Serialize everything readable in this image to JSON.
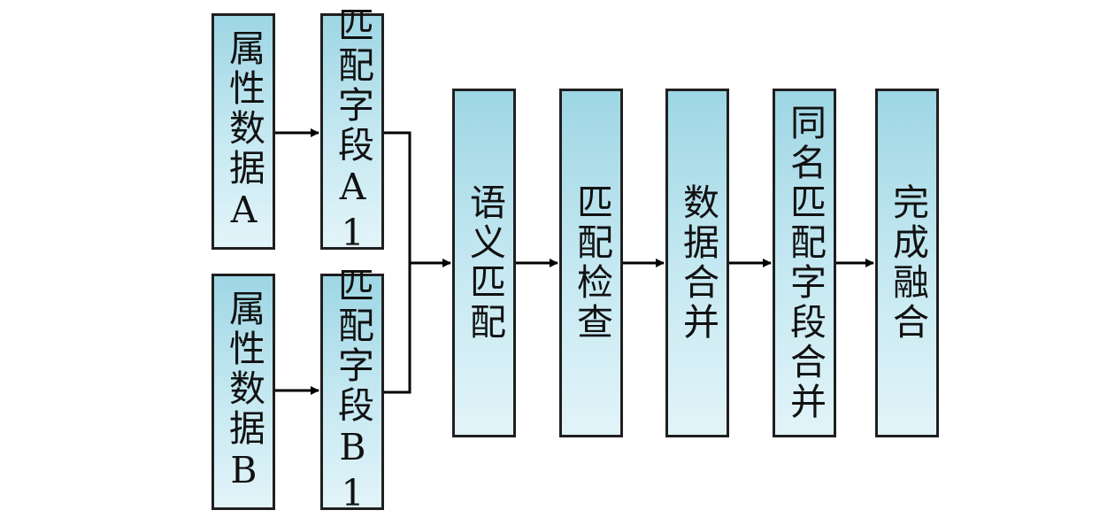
{
  "nodes": {
    "attr_a": "属性数据A",
    "field_a": "匹配字段A1",
    "attr_b": "属性数据B",
    "field_b": "匹配字段B1",
    "semantic": "语义匹配",
    "check": "匹配检查",
    "merge": "数据合并",
    "same_name": "同名匹配字段合并",
    "done": "完成融合"
  },
  "colors": {
    "box_top": "#9ed6e4",
    "box_bottom": "#e2f4f9",
    "border": "#1f1f1f",
    "connector": "#000000"
  }
}
